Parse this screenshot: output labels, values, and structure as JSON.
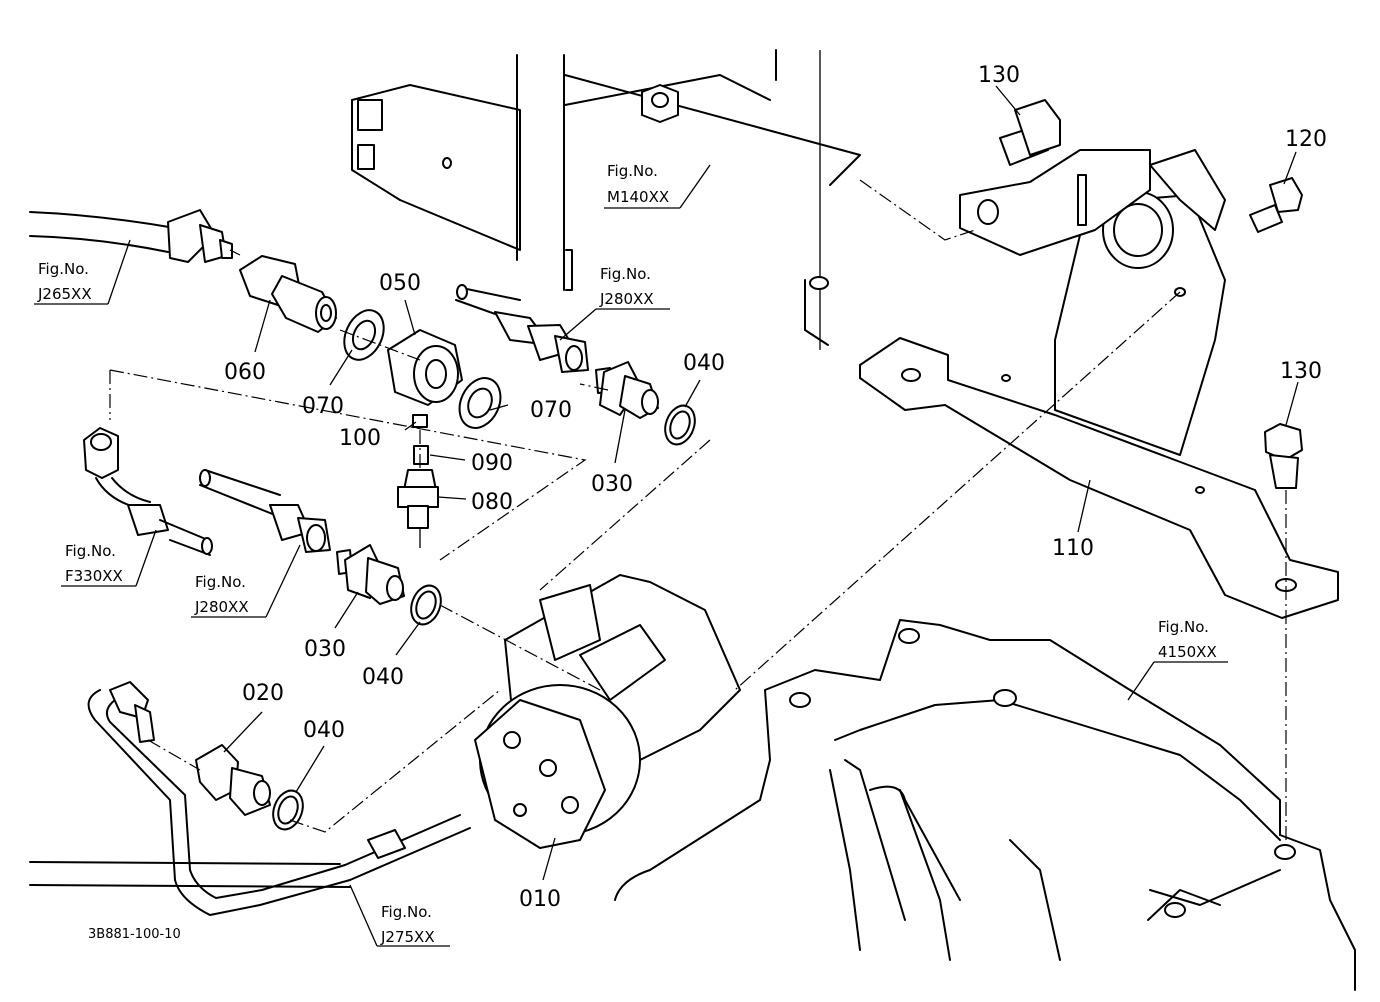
{
  "diagram_code": "3B881-100-10",
  "figure_refs": {
    "m140": {
      "heading": "Fig.No.",
      "code": "M140XX"
    },
    "j265": {
      "heading": "Fig.No.",
      "code": "J265XX"
    },
    "j280_top": {
      "heading": "Fig.No.",
      "code": "J280XX"
    },
    "f330": {
      "heading": "Fig.No.",
      "code": "F330XX"
    },
    "j280_mid": {
      "heading": "Fig.No.",
      "code": "J280XX"
    },
    "g4150": {
      "heading": "Fig.No.",
      "code": "4150XX"
    },
    "j275": {
      "heading": "Fig.No.",
      "code": "J275XX"
    }
  },
  "part_callouts": {
    "p010": "010",
    "p020": "020",
    "p030_right": "030",
    "p030_left": "030",
    "p040_top": "040",
    "p040_mid": "040",
    "p040_low": "040",
    "p050": "050",
    "p060": "060",
    "p070_left": "070",
    "p070_right": "070",
    "p080": "080",
    "p090": "090",
    "p100": "100",
    "p110": "110",
    "p120": "120",
    "p130_top": "130",
    "p130_right": "130"
  }
}
